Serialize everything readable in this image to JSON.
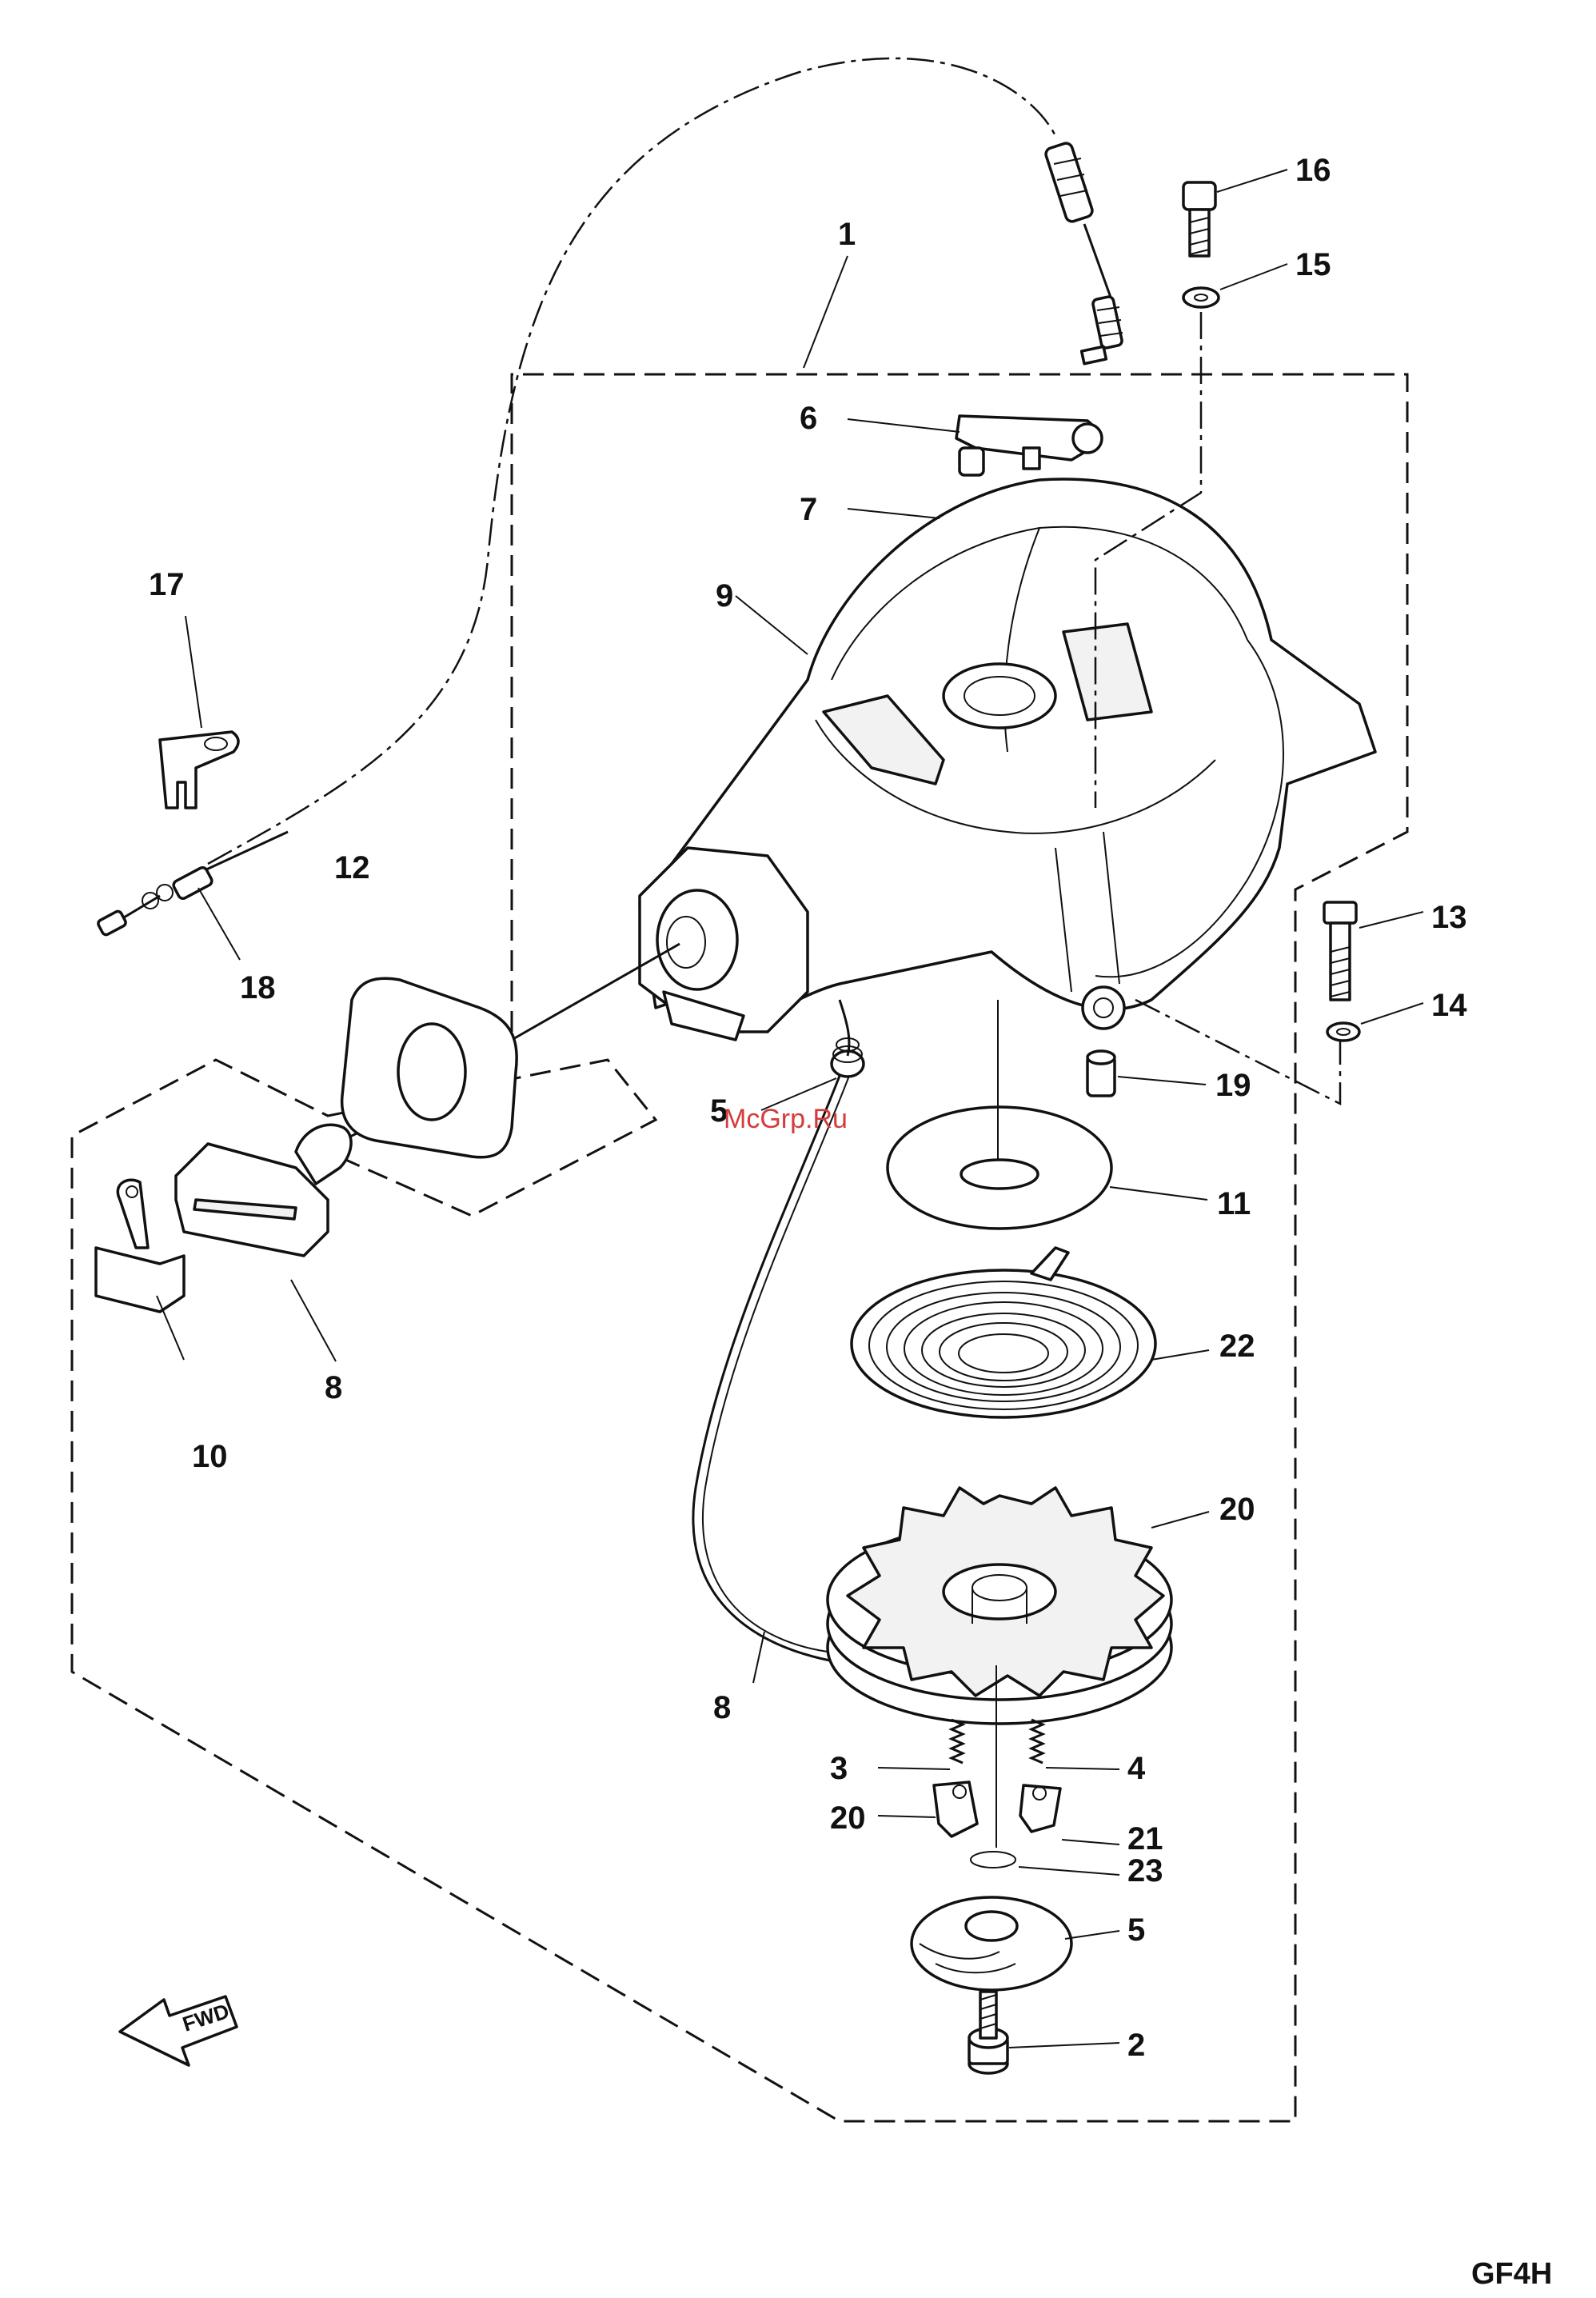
{
  "diagram_code": "GF4H",
  "watermark": "McGrp.Ru",
  "direction_label": "FWD",
  "icons": {
    "direction_arrow": "forward-arrow-icon"
  },
  "callouts": [
    "1",
    "2",
    "3",
    "4",
    "5",
    "5",
    "6",
    "7",
    "8",
    "8",
    "9",
    "10",
    "11",
    "12",
    "13",
    "14",
    "15",
    "16",
    "17",
    "18",
    "19",
    "20",
    "20",
    "21",
    "22",
    "23"
  ]
}
